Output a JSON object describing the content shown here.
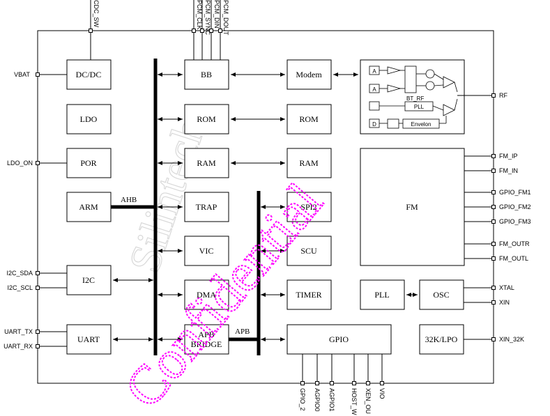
{
  "blocks": {
    "dcdc": "DC/DC",
    "ldo": "LDO",
    "por": "POR",
    "arm": "ARM",
    "i2c": "I2C",
    "uart": "UART",
    "bb": "BB",
    "rom1": "ROM",
    "ram1": "RAM",
    "trap": "TRAP",
    "vic": "VIC",
    "dma": "DMA",
    "apb_bridge_line1": "APB",
    "apb_bridge_line2": "BRIDGE",
    "modem": "Modem",
    "rom2": "ROM",
    "ram2": "RAM",
    "spi2": "SPI2",
    "scu": "SCU",
    "timer": "TIMER",
    "gpio": "GPIO",
    "fm": "FM",
    "pll": "PLL",
    "osc": "OSC",
    "lpo": "32K/LPO"
  },
  "bus_labels": {
    "ahb": "AHB",
    "apb": "APB"
  },
  "rf_block": {
    "a1": "A",
    "a2": "A",
    "bt_rf": "BT_RF",
    "pll": "PLL",
    "d": "D",
    "envelope": "Envelon"
  },
  "left_pins": {
    "vbat": "VBAT",
    "ldo_on": "LDO_ON",
    "i2c_sda": "I2C_SDA",
    "i2c_scl": "I2C_SCL",
    "uart_tx": "UART_TX",
    "uart_rx": "UART_RX"
  },
  "right_pins": {
    "rf": "RF",
    "fm_ip": "FM_IP",
    "fm_in": "FM_IN",
    "gpio_fm1": "GPIO_FM1",
    "gpio_fm2": "GPIO_FM2",
    "gpio_fm3": "GPIO_FM3",
    "fm_outr": "FM_OUTR",
    "fm_outl": "FM_OUTL",
    "xtal": "XTAL",
    "xin": "XIN",
    "xin_32k": "XIN_32K"
  },
  "top_pins": {
    "cdc_sw": "CDC_SW",
    "pcm_clk": "PCM_CLK",
    "pcm_sync": "PCM_SYNC",
    "pcm_din": "PCM_DIN",
    "pcm_dout": "PCM_DOUT"
  },
  "bottom_pins": {
    "gpio_2": "GPIO_2",
    "agpio0": "AGPIO0",
    "agpio1": "AGPIO1",
    "host_w": "HOST_W",
    "xen_ou": "XEN_OU",
    "vio": "VIO"
  },
  "watermark": {
    "line1": "Silintech",
    "line2": "Confidential"
  },
  "colors": {
    "watermark": "#ff00ff",
    "watermark_faint": "#e0e0e0",
    "line": "#000000"
  }
}
